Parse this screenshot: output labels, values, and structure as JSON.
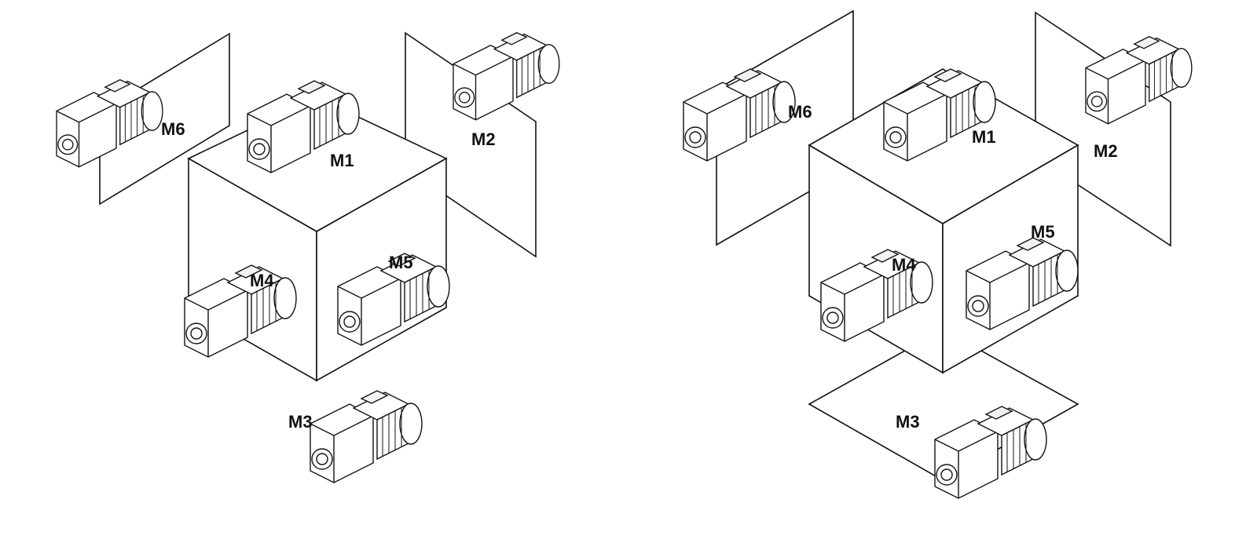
{
  "figure": {
    "panels": [
      {
        "id": "left",
        "labels": {
          "m1": "M1",
          "m2": "M2",
          "m3": "M3",
          "m4": "M4",
          "m5": "M5",
          "m6": "M6"
        }
      },
      {
        "id": "right",
        "labels": {
          "m1": "M1",
          "m2": "M2",
          "m3": "M3",
          "m4": "M4",
          "m5": "M5",
          "m6": "M6"
        }
      }
    ]
  },
  "colors": {
    "line": "#111111",
    "background": "#ffffff"
  },
  "icons": {
    "unit": "gearmotor-icon"
  }
}
